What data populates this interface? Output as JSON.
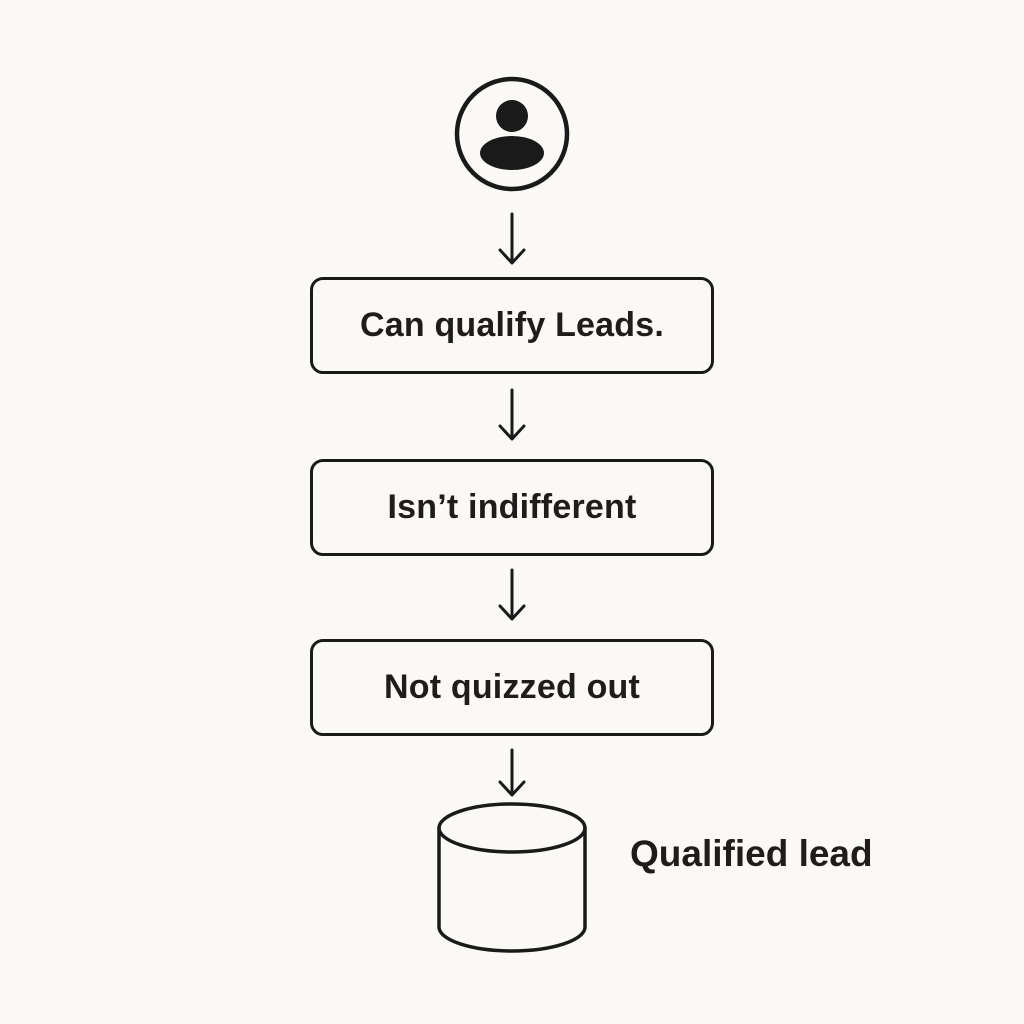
{
  "colors": {
    "background": "#faf9f6",
    "line": "#1a1a1a",
    "text": "#1e1d1b"
  },
  "flowchart": {
    "start_node": {
      "icon": "person-icon"
    },
    "connector": {
      "icon": "arrow-down-icon",
      "count": 4
    },
    "steps": [
      {
        "label": "Can qualify Leads."
      },
      {
        "label": "Isn’t indifferent"
      },
      {
        "label": "Not quizzed out"
      }
    ],
    "end_node": {
      "shape": "database-cylinder-icon",
      "label": "Qualified lead"
    }
  }
}
